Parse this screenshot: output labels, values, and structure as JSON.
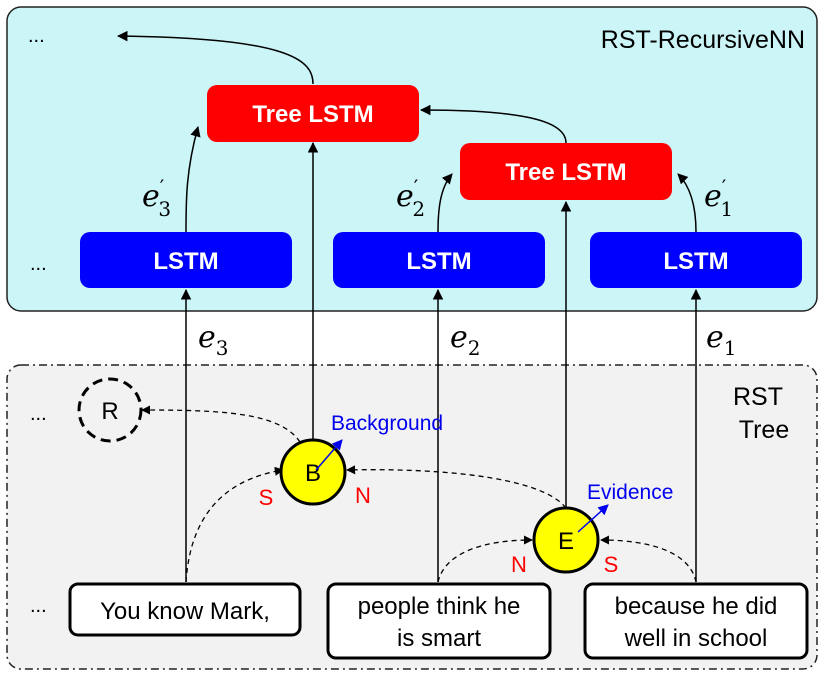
{
  "top_panel": {
    "title": "RST-RecursiveNN",
    "ellipsis_top": "...",
    "ellipsis_row": "...",
    "tree_lstm_left": "Tree LSTM",
    "tree_lstm_right": "Tree LSTM",
    "lstm_labels": [
      "LSTM",
      "LSTM",
      "LSTM"
    ],
    "edge_primes": [
      {
        "base": "e",
        "prime": "′",
        "sub": "3"
      },
      {
        "base": "e",
        "prime": "′",
        "sub": "2"
      },
      {
        "base": "e",
        "prime": "′",
        "sub": "1"
      }
    ]
  },
  "embeddings": [
    {
      "base": "e",
      "sub": "3"
    },
    {
      "base": "e",
      "sub": "2"
    },
    {
      "base": "e",
      "sub": "1"
    }
  ],
  "bottom_panel": {
    "title_line1": "RST",
    "title_line2": "Tree",
    "ellipsis_r": "...",
    "ellipsis_text": "...",
    "root_label": "R",
    "node_b": {
      "label": "B",
      "relation": "Background",
      "left": "S",
      "right": "N"
    },
    "node_e": {
      "label": "E",
      "relation": "Evidence",
      "left": "N",
      "right": "S"
    },
    "segments": [
      {
        "lines": [
          "You know Mark,"
        ]
      },
      {
        "lines": [
          "people think he",
          "is smart"
        ]
      },
      {
        "lines": [
          "because he did",
          "well in school"
        ]
      }
    ]
  },
  "colors": {
    "top_panel_bg": "#ccf5f8",
    "bottom_panel_bg": "#f2f2f2",
    "tree_lstm": "#ff0000",
    "lstm": "#0000ff",
    "node_fill": "#ffff00",
    "nuclearity": "#ff0000",
    "relation": "#0000ee"
  }
}
